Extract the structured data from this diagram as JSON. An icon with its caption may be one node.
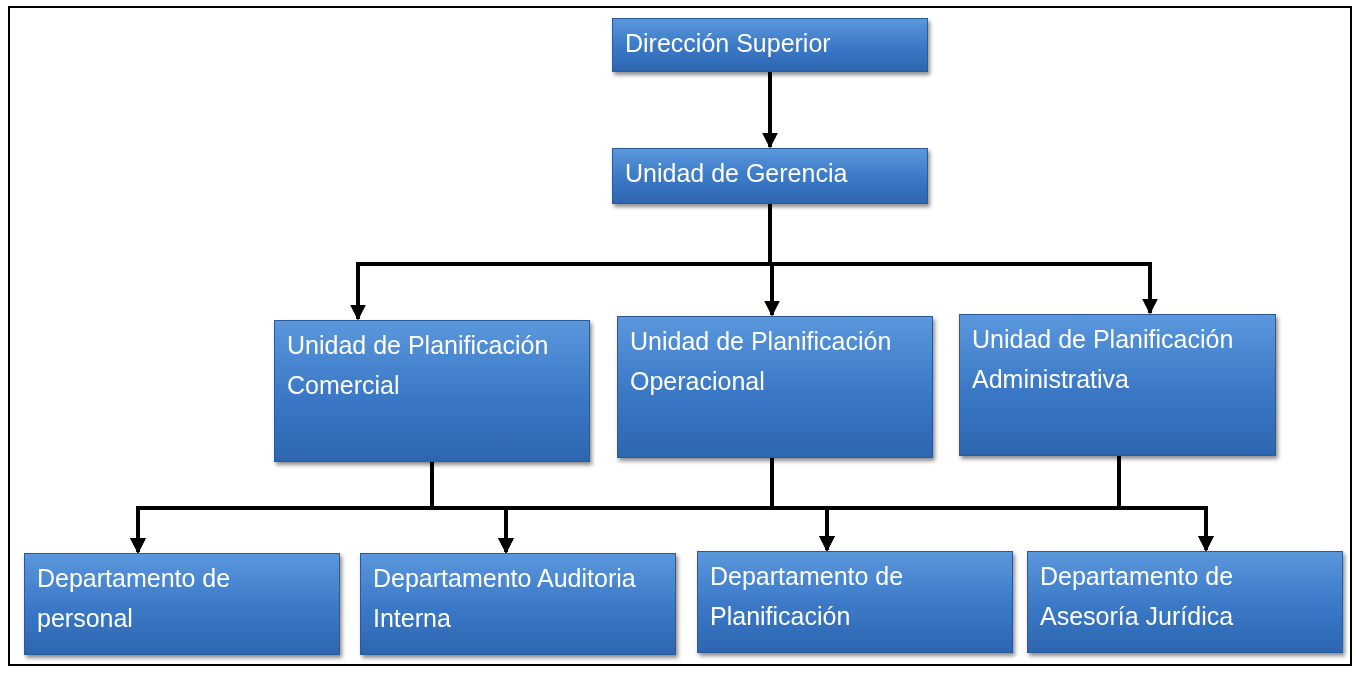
{
  "diagram": {
    "nodes": [
      {
        "text": [
          "Dirección Superior"
        ]
      },
      {
        "text": [
          "Unidad de Gerencia"
        ]
      },
      {
        "text": [
          "Unidad de Planificación Comercial"
        ]
      },
      {
        "text": [
          "Unidad de Planificación Operacional"
        ]
      },
      {
        "text": [
          "Unidad de Planificación Administrativa"
        ]
      },
      {
        "text": [
          "Departamento de personal"
        ]
      },
      {
        "text": [
          "Departamento Auditoria Interna"
        ]
      },
      {
        "text": [
          "Departamento de Planificación"
        ]
      },
      {
        "text": [
          "Departamento de Asesoría Jurídica"
        ]
      }
    ],
    "edges": [
      {
        "from": 0,
        "to": 1,
        "arrow": "to"
      },
      {
        "from": 1,
        "to": 2,
        "arrow": "to"
      },
      {
        "from": 1,
        "to": 3,
        "arrow": "to"
      },
      {
        "from": 1,
        "to": 4,
        "arrow": "to"
      },
      {
        "from": 2,
        "to": 5,
        "arrow": "to"
      },
      {
        "from": 2,
        "to": 6,
        "arrow": "to"
      },
      {
        "from": 2,
        "to": 7,
        "arrow": "to"
      },
      {
        "from": 2,
        "to": 8,
        "arrow": "to"
      },
      {
        "from": 3,
        "to": 5,
        "arrow": "to"
      },
      {
        "from": 3,
        "to": 6,
        "arrow": "to"
      },
      {
        "from": 3,
        "to": 7,
        "arrow": "to"
      },
      {
        "from": 3,
        "to": 8,
        "arrow": "to"
      },
      {
        "from": 4,
        "to": 5,
        "arrow": "to"
      },
      {
        "from": 4,
        "to": 6,
        "arrow": "to"
      },
      {
        "from": 4,
        "to": 7,
        "arrow": "to"
      },
      {
        "from": 4,
        "to": 8,
        "arrow": "to"
      }
    ]
  }
}
